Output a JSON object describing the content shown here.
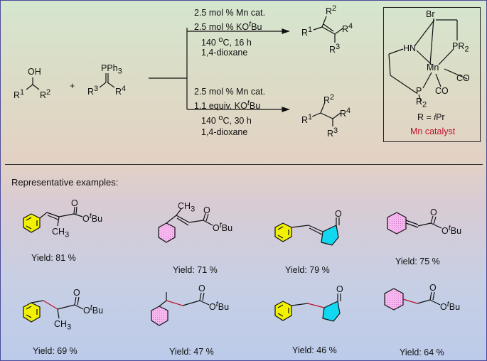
{
  "colors": {
    "benzene_fill": "#f2f200",
    "cyclohexane_fill": "#f7b8f0",
    "lactone_fill": "#12d7f0",
    "accent_red": "#c0102a"
  },
  "reactants": {
    "alcohol": {
      "oh": "OH",
      "r1": "R",
      "r1_sup": "1",
      "r2": "R",
      "r2_sup": "2"
    },
    "plus": "+",
    "ylide": {
      "pph3": "PPh",
      "pph3_sub": "3",
      "r3": "R",
      "r3_sup": "3",
      "r4": "R",
      "r4_sup": "4"
    }
  },
  "conditions": {
    "top": {
      "line1": "2.5 mol % Mn cat.",
      "line2_pre": "2.5 mol % KO",
      "line2_sup": "t",
      "line2_post": "Bu",
      "line3_pre": "140 ",
      "line3_sup": "o",
      "line3_post": "C, 16 h",
      "line4": "1,4-dioxane"
    },
    "bottom": {
      "line1": "2.5 mol % Mn cat.",
      "line2_pre": "1.1 equiv. KO",
      "line2_sup": "t",
      "line2_post": "Bu",
      "line3_pre": "140 ",
      "line3_sup": "o",
      "line3_post": "C, 30 h",
      "line4": "1,4-dioxane"
    }
  },
  "products": {
    "alkene": {
      "r1": "R",
      "r1_sup": "1",
      "r2": "R",
      "r2_sup": "2",
      "r3": "R",
      "r3_sup": "3",
      "r4": "R",
      "r4_sup": "4"
    },
    "alkane": {
      "r1": "R",
      "r1_sup": "1",
      "r2": "R",
      "r2_sup": "2",
      "r3": "R",
      "r3_sup": "3",
      "r4": "R",
      "r4_sup": "4"
    }
  },
  "catalyst": {
    "br": "Br",
    "hn": "HN",
    "mn": "Mn",
    "pr2_right": "PR",
    "pr2_right_sub": "2",
    "co1": "CO",
    "co2": "CO",
    "p": "P",
    "r2_bottom": "R",
    "r2_bottom_sub": "2",
    "r_def_pre": "R = ",
    "r_def_italic": "i",
    "r_def_post": "Pr",
    "caption": "Mn catalyst"
  },
  "examples": {
    "heading": "Representative examples:",
    "ch3": "CH",
    "ch3_sub": "3",
    "o": "O",
    "o_tbu_pre": "O",
    "o_tbu_sup": "t",
    "o_tbu_post": "Bu",
    "yields": {
      "a1": "Yield: 81 %",
      "a2": "Yield: 71 %",
      "a3": "Yield: 79 %",
      "a4": "Yield: 75 %",
      "b1": "Yield: 69 %",
      "b2": "Yield: 47 %",
      "b3": "Yield: 46 %",
      "b4": "Yield: 64 %"
    }
  }
}
